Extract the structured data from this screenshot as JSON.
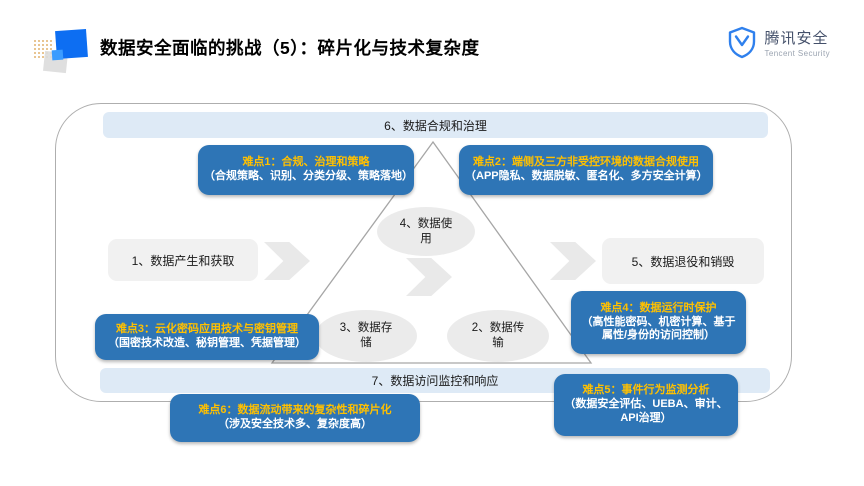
{
  "colors": {
    "accent_blue": "#2e75b6",
    "highlight_yellow": "#ffc000",
    "light_blue_bar": "#deeaf6",
    "gray_fill": "#f1f1f1",
    "brand_blue": "#2f80ed"
  },
  "header": {
    "title": "数据安全面临的挑战（5）：碎片化与技术复杂度",
    "brand_cn": "腾讯安全",
    "brand_en": "Tencent Security"
  },
  "diagram": {
    "bar_top": "6、数据合规和治理",
    "bar_bottom": "7、数据访问监控和响应",
    "stage1": "1、数据产生和获取",
    "stage5": "5、数据退役和销毁",
    "ellipse4_line1": "4、数据使",
    "ellipse4_line2": "用",
    "ellipse3_line1": "3、数据存",
    "ellipse3_line2": "储",
    "ellipse2_line1": "2、数据传",
    "ellipse2_line2": "输",
    "challenges": {
      "c1": {
        "title": "难点1：合规、治理和策略",
        "desc": "（合规策略、识别、分类分级、策略落地）"
      },
      "c2": {
        "title": "难点2：端侧及三方非受控环境的数据合规使用",
        "desc": "（APP隐私、数据脱敏、匿名化、多方安全计算）"
      },
      "c3": {
        "title": "难点3：云化密码应用技术与密钥管理",
        "desc": "（国密技术改造、秘钥管理、凭据管理）"
      },
      "c4": {
        "title": "难点4：数据运行时保护",
        "desc": "（高性能密码、机密计算、基于属性/身份的访问控制）"
      },
      "c5": {
        "title": "难点5：事件行为监测分析",
        "desc": "（数据安全评估、UEBA、审计、API治理）"
      },
      "c6": {
        "title": "难点6：数据流动带来的复杂性和碎片化",
        "desc": "（涉及安全技术多、复杂度高）"
      }
    }
  }
}
